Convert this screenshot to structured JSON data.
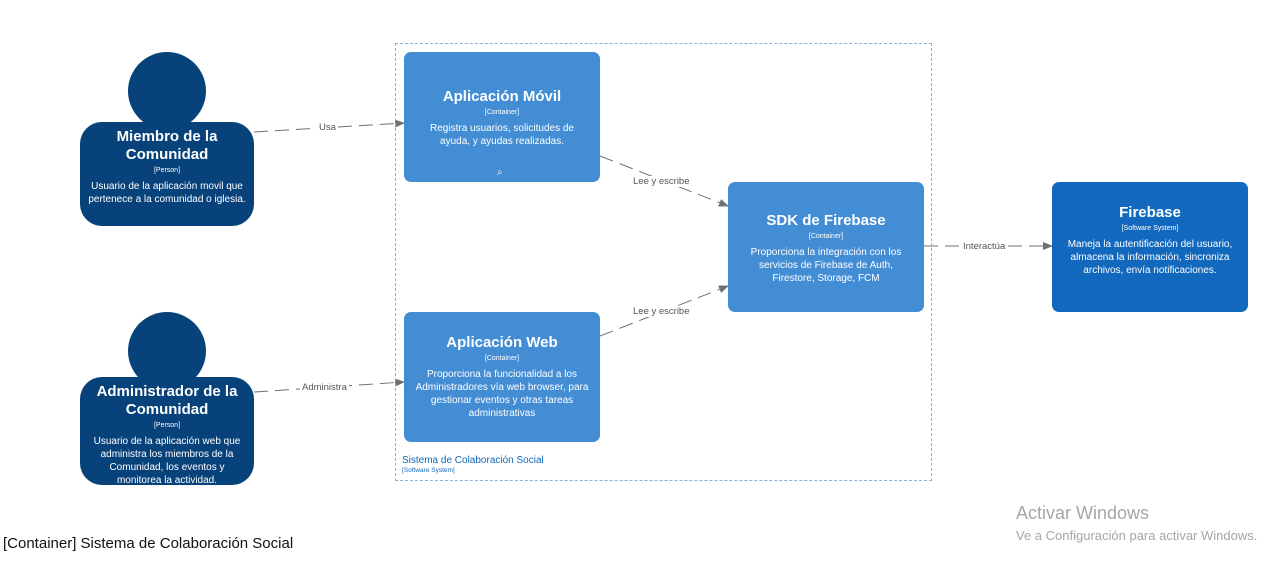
{
  "persons": [
    {
      "name": "Miembro de la Comunidad",
      "tag": "[Person]",
      "description": "Usuario de la aplicación movil que pertenece a la comunidad o iglesia."
    },
    {
      "name": "Administrador de la Comunidad",
      "tag": "[Person]",
      "description": "Usuario de la aplicación web que administra los miembros de la Comunidad, los eventos y monitorea la actividad."
    }
  ],
  "containers": [
    {
      "name": "Aplicación Móvil",
      "tag": "[Container]",
      "description": "Registra usuarios, solicitudes de ayuda, y ayudas realizadas.",
      "zoom_icon": "zoom-icon"
    },
    {
      "name": "Aplicación Web",
      "tag": "[Container]",
      "description": "Proporciona la funcionalidad a los Administradores vía web browser, para gestionar eventos y otras tareas administrativas"
    },
    {
      "name": "SDK de Firebase",
      "tag": "[Container]",
      "description": "Proporciona la integración con los servicios de Firebase de Auth, Firestore, Storage, FCM"
    }
  ],
  "external_system": {
    "name": "Firebase",
    "tag": "[Software System]",
    "description": "Maneja la autentificación del usuario, almacena la información, sincroniza archivos, envía notificaciones."
  },
  "boundary": {
    "label": "Sistema de Colaboración Social",
    "tag": "[Software System]"
  },
  "relationships": [
    {
      "from": "Miembro de la Comunidad",
      "to": "Aplicación Móvil",
      "label": "Usa"
    },
    {
      "from": "Administrador de la Comunidad",
      "to": "Aplicación Web",
      "label": "Administra"
    },
    {
      "from": "Aplicación Móvil",
      "to": "SDK de Firebase",
      "label": "Lee y escribe"
    },
    {
      "from": "Aplicación Web",
      "to": "SDK de Firebase",
      "label": "Lee y escribe"
    },
    {
      "from": "SDK de Firebase",
      "to": "Firebase",
      "label": "Interactúa"
    }
  ],
  "footer": "[Container] Sistema de Colaboración Social",
  "watermark": {
    "title": "Activar Windows",
    "subtitle": "Ve a Configuración para activar Windows."
  },
  "colors": {
    "person": "#08427b",
    "container": "#438dd5",
    "external_system": "#1168bd",
    "boundary": "#8fb1d1"
  }
}
